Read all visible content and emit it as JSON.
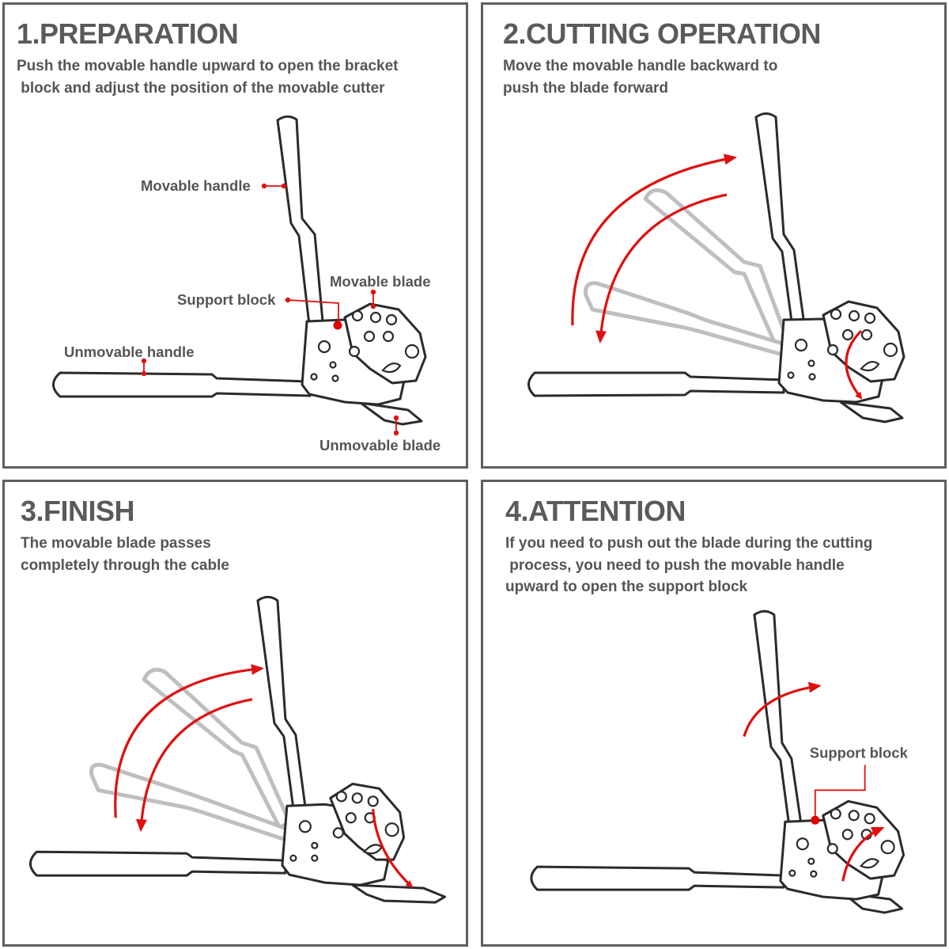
{
  "panels": [
    {
      "title": "1.PREPARATION",
      "description": "Push the movable handle upward to open the bracket\n block and adjust the position of the movable cutter",
      "labels": {
        "movable_handle": "Movable handle",
        "support_block": "Support block",
        "movable_blade": "Movable blade",
        "unmovable_handle": "Unmovable handle",
        "unmovable_blade": "Unmovable blade"
      }
    },
    {
      "title": "2.CUTTING OPERATION",
      "description": "Move the movable handle backward to\npush the blade forward"
    },
    {
      "title": "3.FINISH",
      "description": "The movable blade passes\ncompletely through the cable"
    },
    {
      "title": "4.ATTENTION",
      "description": "If you need to push out the blade during the cutting\n process, you need to push the movable handle\nupward to open the support block",
      "labels": {
        "support_block": "Support block"
      }
    }
  ],
  "colors": {
    "arrow": "#e01010",
    "title_text": "#5a5a5a",
    "border": "#5f5f5f",
    "ghost_handle": "#bcbcbc"
  }
}
